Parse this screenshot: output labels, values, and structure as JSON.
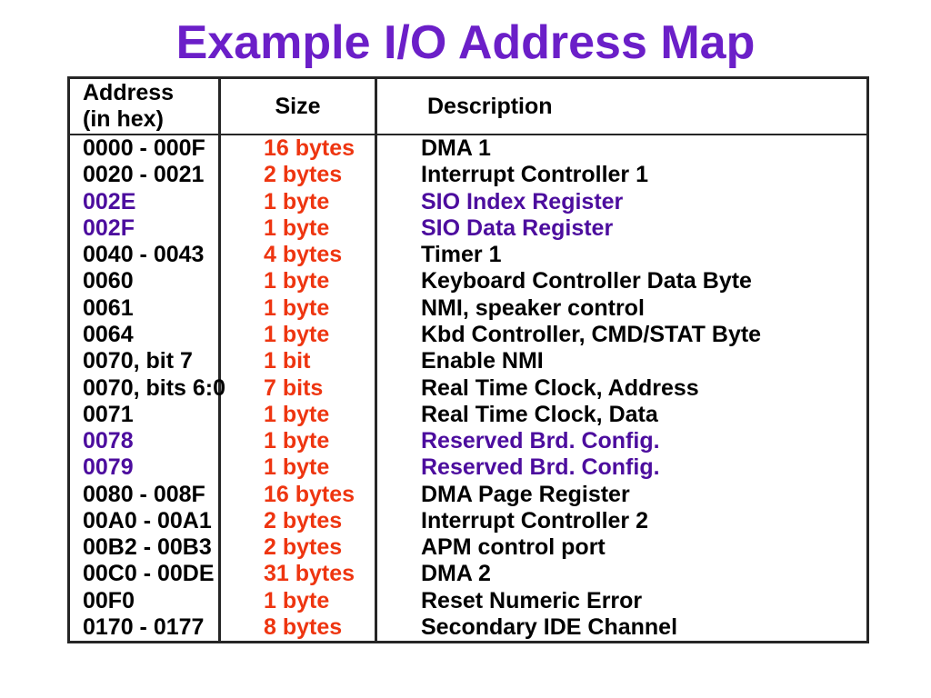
{
  "slide": {
    "title": "Example I/O Address Map"
  },
  "table": {
    "headers": {
      "address_line1": "Address",
      "address_line2": "(in hex)",
      "size": "Size",
      "description": "Description"
    },
    "rows": [
      {
        "address": "0000 - 000F",
        "size": "16 bytes",
        "description": "DMA 1"
      },
      {
        "address": "0020 - 0021",
        "size": "2 bytes",
        "description": "Interrupt Controller 1"
      },
      {
        "address": "002E",
        "size": "1 byte",
        "description": "SIO Index Register"
      },
      {
        "address": "002F",
        "size": "1 byte",
        "description": "SIO Data Register"
      },
      {
        "address": "0040 - 0043",
        "size": "4 bytes",
        "description": "Timer 1"
      },
      {
        "address": "0060",
        "size": "1 byte",
        "description": "Keyboard Controller Data Byte"
      },
      {
        "address": "0061",
        "size": "1 byte",
        "description": "NMI, speaker control"
      },
      {
        "address": "0064",
        "size": "1 byte",
        "description": "Kbd Controller, CMD/STAT Byte"
      },
      {
        "address": "0070, bit 7",
        "size": "1 bit",
        "description": "Enable NMI"
      },
      {
        "address": "0070, bits 6:0",
        "size": "7 bits",
        "description": "Real Time Clock, Address"
      },
      {
        "address": "0071",
        "size": "1 byte",
        "description": "Real Time Clock, Data"
      },
      {
        "address": "0078",
        "size": "1 byte",
        "description": "Reserved Brd. Config."
      },
      {
        "address": "0079",
        "size": "1 byte",
        "description": "Reserved Brd. Config."
      },
      {
        "address": "0080 - 008F",
        "size": "16 bytes",
        "description": "DMA Page Register"
      },
      {
        "address": "00A0 - 00A1",
        "size": "2 bytes",
        "description": "Interrupt Controller 2"
      },
      {
        "address": "00B2 - 00B3",
        "size": "2 bytes",
        "description": "APM control port"
      },
      {
        "address": "00C0 - 00DE",
        "size": "31 bytes",
        "description": "DMA 2"
      },
      {
        "address": "00F0",
        "size": "1 byte",
        "description": "Reset Numeric Error"
      },
      {
        "address": "0170 - 0177",
        "size": "8 bytes",
        "description": "Secondary IDE Channel"
      }
    ]
  },
  "colors": {
    "title_purple": "#6b1fc8",
    "accent_purple": "#4c0d9e",
    "size_orange": "#ee3510",
    "border_color": "#262626",
    "text_color": "#000000",
    "background": "#ffffff"
  }
}
